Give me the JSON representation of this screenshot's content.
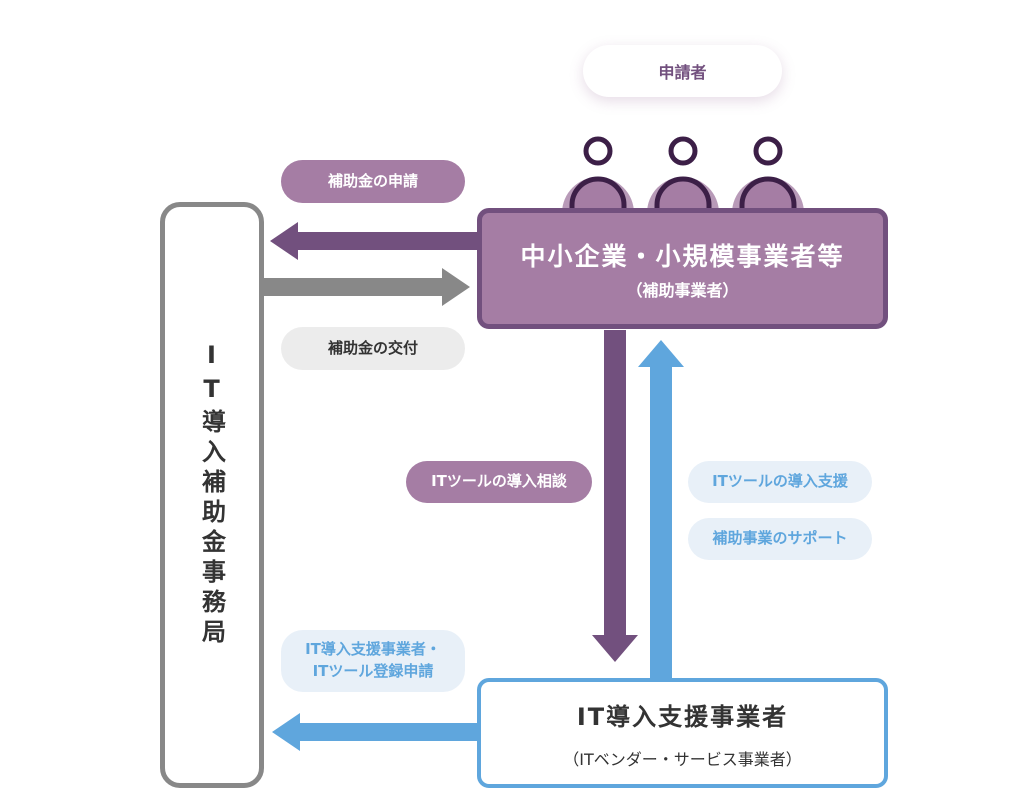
{
  "applicant_label": "申請者",
  "office_label": "IT導入補助金事務局",
  "sme": {
    "title": "中小企業・小規模事業者等",
    "subtitle": "（補助事業者）"
  },
  "vendor": {
    "title": "IT導入支援事業者",
    "subtitle": "（ITベンダー・サービス事業者）"
  },
  "labels": {
    "subsidy_application": "補助金の申請",
    "subsidy_grant": "補助金の交付",
    "tool_consultation": "ITツールの導入相談",
    "tool_support": "ITツールの導入支援",
    "project_support": "補助事業のサポート",
    "registration_line1": "IT導入支援事業者・",
    "registration_line2": "ITツール登録申請"
  },
  "colors": {
    "purple_dark": "#72507e",
    "purple_light": "#a57da4",
    "gray": "#888888",
    "blue": "#5fa6dd"
  },
  "icons": [
    "person-icon",
    "person-icon",
    "person-icon"
  ]
}
